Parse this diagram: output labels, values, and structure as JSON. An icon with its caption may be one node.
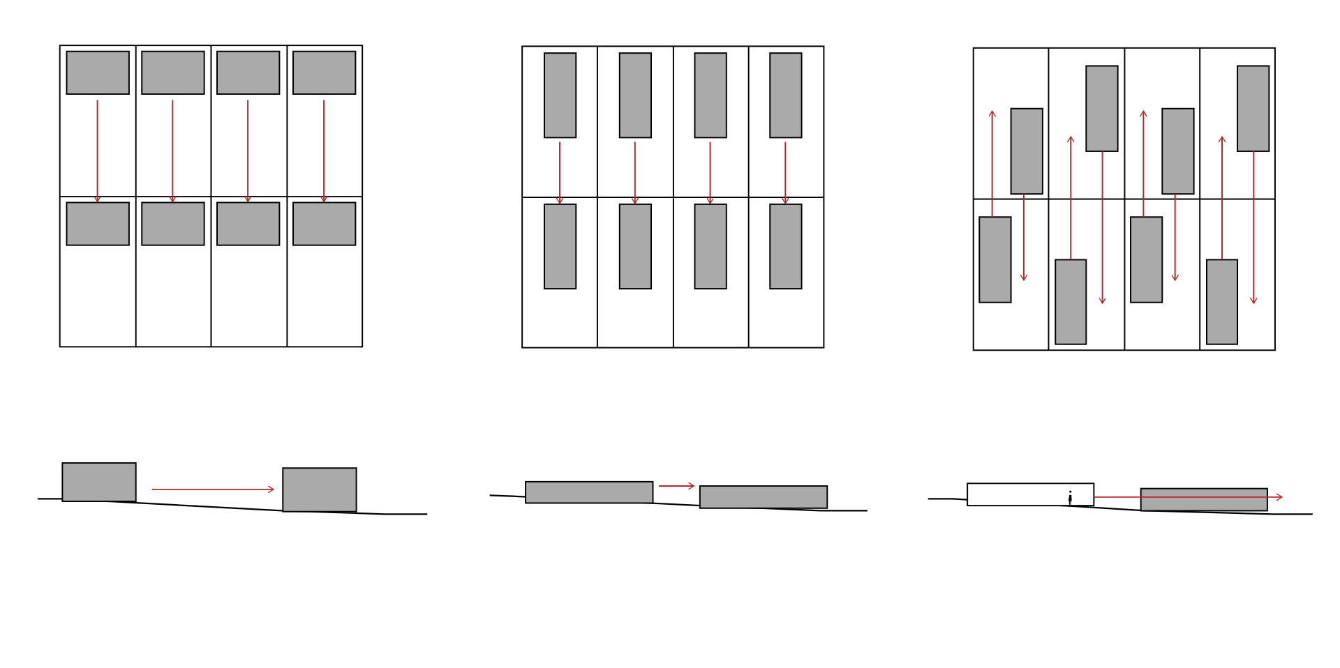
{
  "diagram": {
    "nodes": [
      {
        "text": [],
        "shape": "box"
      },
      {
        "text": [],
        "shape": "box"
      },
      {
        "text": [],
        "shape": "box"
      },
      {
        "text": [],
        "shape": "box"
      },
      {
        "text": [],
        "shape": "box"
      },
      {
        "text": [],
        "shape": "box"
      },
      {
        "text": [],
        "shape": "box"
      },
      {
        "text": [],
        "shape": "box"
      },
      {
        "text": [],
        "shape": "box"
      },
      {
        "text": [],
        "shape": "box"
      },
      {
        "text": [],
        "shape": "box"
      },
      {
        "text": [],
        "shape": "box"
      },
      {
        "text": [],
        "shape": "box"
      },
      {
        "text": [],
        "shape": "box"
      },
      {
        "text": [],
        "shape": "box"
      },
      {
        "text": [],
        "shape": "box"
      },
      {
        "text": [],
        "shape": "box"
      },
      {
        "text": [],
        "shape": "box"
      },
      {
        "text": [],
        "shape": "box"
      },
      {
        "text": [],
        "shape": "box"
      },
      {
        "text": [],
        "shape": "box"
      },
      {
        "text": [],
        "shape": "box"
      },
      {
        "text": [],
        "shape": "box"
      },
      {
        "text": [],
        "shape": "box"
      },
      {
        "text": [],
        "shape": "box"
      },
      {
        "text": [],
        "shape": "box"
      },
      {
        "text": [],
        "shape": "box"
      },
      {
        "text": [],
        "shape": "box"
      },
      {
        "text": [],
        "shape": "box"
      },
      {
        "text": [],
        "shape": "box"
      }
    ],
    "edges": [
      {
        "from": 0,
        "to": 4,
        "arrow": "to"
      },
      {
        "from": 1,
        "to": 5,
        "arrow": "to"
      },
      {
        "from": 2,
        "to": 6,
        "arrow": "to"
      },
      {
        "from": 3,
        "to": 7,
        "arrow": "to"
      },
      {
        "from": 8,
        "to": 12,
        "arrow": "to"
      },
      {
        "from": 9,
        "to": 13,
        "arrow": "to"
      },
      {
        "from": 10,
        "to": 14,
        "arrow": "to"
      },
      {
        "from": 11,
        "to": 15,
        "arrow": "to"
      },
      {
        "from": 17,
        "to": 16,
        "arrow": "to"
      },
      {
        "from": 16,
        "to": 17,
        "arrow": "to"
      },
      {
        "from": 19,
        "to": 18,
        "arrow": "to"
      },
      {
        "from": 18,
        "to": 19,
        "arrow": "to"
      },
      {
        "from": 21,
        "to": 20,
        "arrow": "to"
      },
      {
        "from": 20,
        "to": 21,
        "arrow": "to"
      },
      {
        "from": 23,
        "to": 22,
        "arrow": "to"
      },
      {
        "from": 22,
        "to": 23,
        "arrow": "to"
      },
      {
        "from": 24,
        "to": 25,
        "arrow": "to"
      },
      {
        "from": 26,
        "to": 27,
        "arrow": "to"
      },
      {
        "from": 28,
        "to": 29,
        "arrow": "to"
      }
    ]
  }
}
